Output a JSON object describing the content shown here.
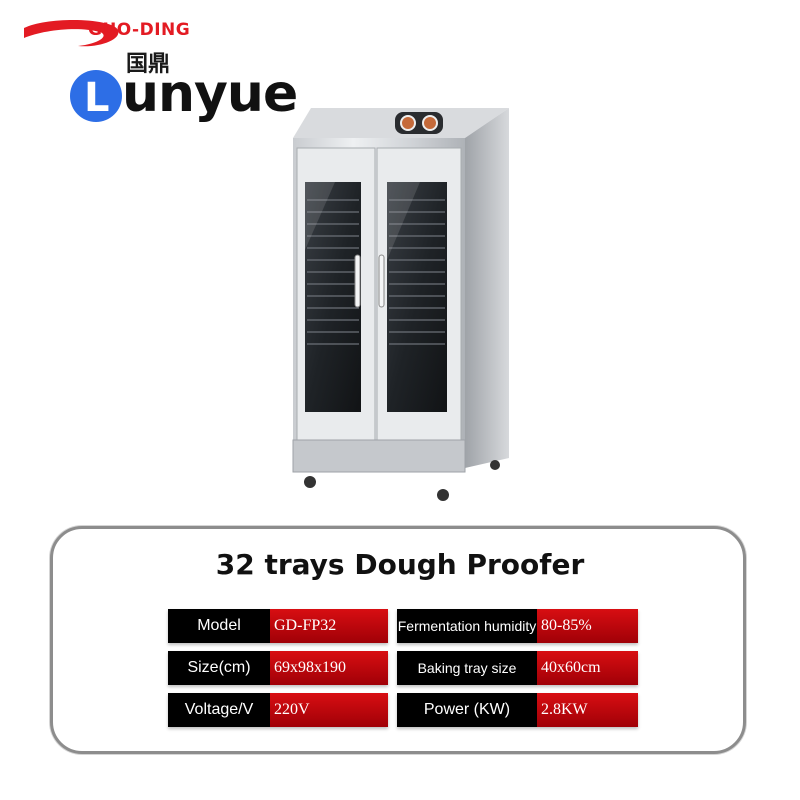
{
  "brand": {
    "top_text": "GUO-DING",
    "chinese_text": "国鼎",
    "main_text": "unyue",
    "badge_letter": "L",
    "colors": {
      "red": "#e31b23",
      "blue": "#2d6ee6",
      "black": "#1a1a1a"
    }
  },
  "product": {
    "title": "32 trays Dough Proofer"
  },
  "specs": {
    "left": [
      {
        "label": "Model",
        "value": "GD-FP32"
      },
      {
        "label": "Size(cm)",
        "value": "69x98x190"
      },
      {
        "label": "Voltage/V",
        "value": "220V"
      }
    ],
    "right": [
      {
        "label": "Fermentation humidity",
        "value": "80-85%"
      },
      {
        "label": "Baking tray size",
        "value": "40x60cm"
      },
      {
        "label": "Power (KW)",
        "value": "2.8KW"
      }
    ]
  },
  "colors": {
    "label_bg": "#000000",
    "value_bg": "#c8090d",
    "card_border": "#8d8d8d"
  }
}
